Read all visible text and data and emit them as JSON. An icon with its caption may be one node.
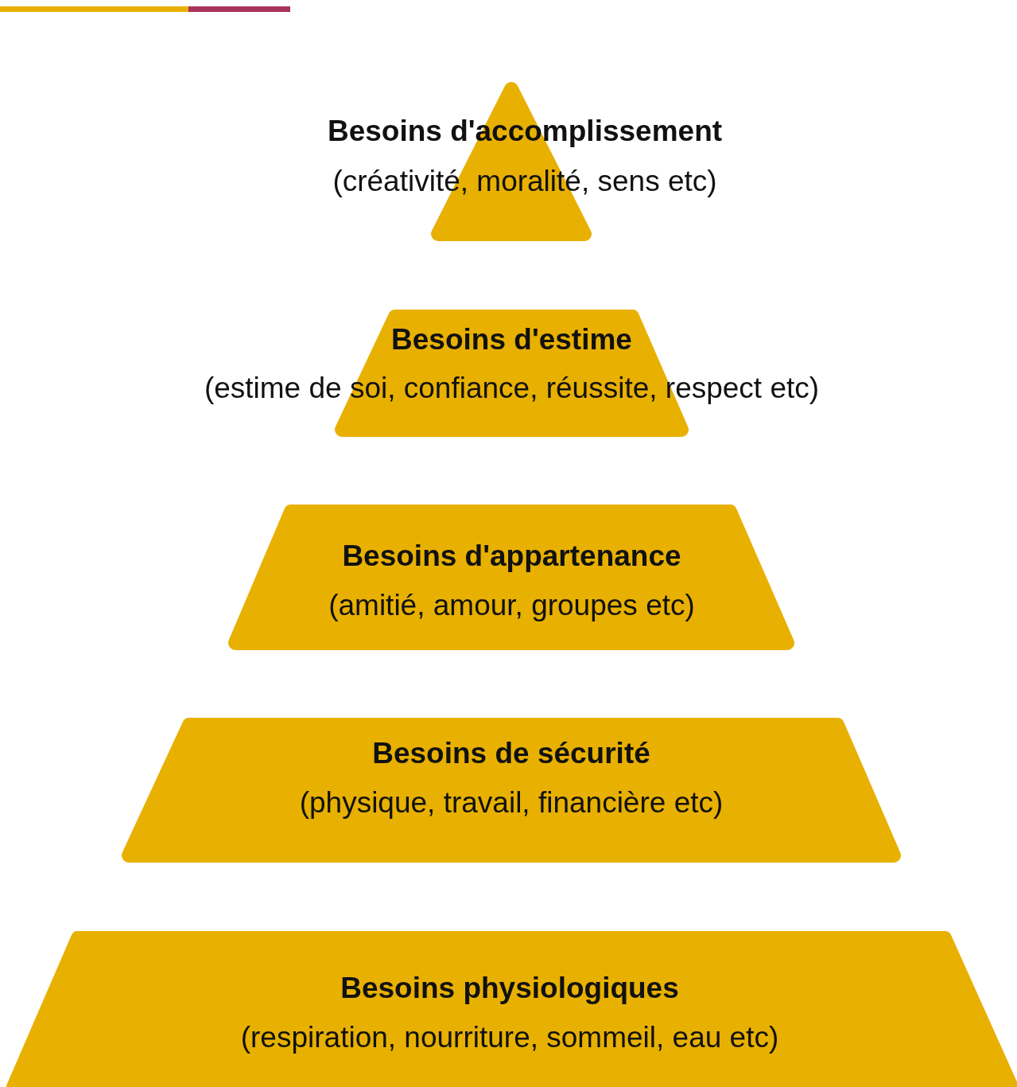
{
  "diagram": {
    "nodes": [
      {
        "text": [
          "Besoins d'accomplissement",
          "(créativité, moralité, sens etc)"
        ]
      },
      {
        "text": [
          "Besoins d'estime",
          "(estime de soi, confiance, réussite, respect etc)"
        ]
      },
      {
        "text": [
          "Besoins d'appartenance",
          "(amitié, amour, groupes etc)"
        ]
      },
      {
        "text": [
          "Besoins de sécurité",
          "(physique, travail, financière etc)"
        ]
      },
      {
        "text": [
          "Besoins physiologiques",
          "(respiration, nourriture, sommeil, eau etc)"
        ]
      }
    ]
  }
}
